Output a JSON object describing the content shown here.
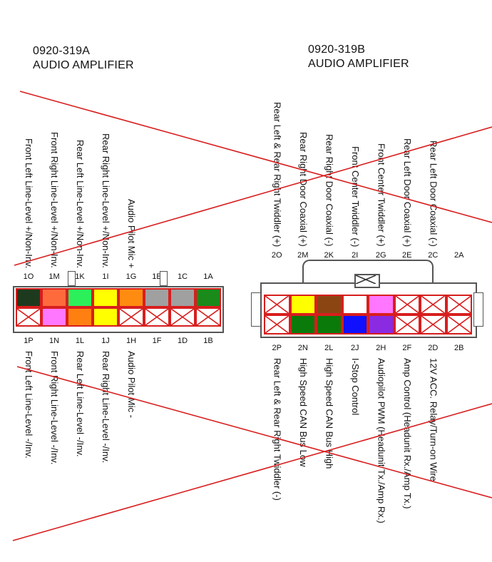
{
  "connectorA": {
    "part_number": "0920-319A",
    "name": "AUDIO AMPLIFIER",
    "top_row": [
      {
        "pin": "1O",
        "label": "Front Left Line-Level +/Non-Inv.",
        "color": "#1e3a1e"
      },
      {
        "pin": "1M",
        "label": "Front Right Line-Level +/Non-Inv.",
        "color": "#ff6a3d"
      },
      {
        "pin": "1K",
        "label": "Rear Left Line-Level +/Non-Inv.",
        "color": "#2cf05a"
      },
      {
        "pin": "1I",
        "label": "Rear Right Line-Level +/Non-Inv.",
        "color": "#ffff00"
      },
      {
        "pin": "1G",
        "label": "Audio Pilot Mic +",
        "color": "#ff8c10"
      },
      {
        "pin": "1E",
        "label": "",
        "color": "#a0a0a0"
      },
      {
        "pin": "1C",
        "label": "",
        "color": "#a0a0a0"
      },
      {
        "pin": "1A",
        "label": "",
        "color": "#1a8a1a"
      }
    ],
    "bottom_row": [
      {
        "pin": "1P",
        "label": "Front Left Line-Level -/Inv.",
        "color": "empty"
      },
      {
        "pin": "1N",
        "label": "Front Right Line-Level -/Inv.",
        "color": "#ff77ff"
      },
      {
        "pin": "1L",
        "label": "Rear Left Line-Level -/Inv.",
        "color": "#ff8010"
      },
      {
        "pin": "1J",
        "label": "Rear Right Line-Level -/Inv.",
        "color": "#ffff00"
      },
      {
        "pin": "1H",
        "label": "Audio Pilot Mic -",
        "color": "empty"
      },
      {
        "pin": "1F",
        "label": "",
        "color": "empty"
      },
      {
        "pin": "1D",
        "label": "",
        "color": "empty"
      },
      {
        "pin": "1B",
        "label": "",
        "color": "empty"
      }
    ]
  },
  "connectorB": {
    "part_number": "0920-319B",
    "name": "AUDIO AMPLIFIER",
    "top_row": [
      {
        "pin": "2O",
        "label": "Rear Left & Rear Right Twiddler (+)",
        "color": "empty"
      },
      {
        "pin": "2M",
        "label": "Rear Right Door Coaxial (+)",
        "color": "#ffff00"
      },
      {
        "pin": "2K",
        "label": "Rear Right Door Coaxial (-)",
        "color": "#8b4513"
      },
      {
        "pin": "2I",
        "label": "Front Center Twiddler (-)",
        "color": "#ffffff"
      },
      {
        "pin": "2G",
        "label": "Front Center Twiddler (+)",
        "color": "#ff77ff"
      },
      {
        "pin": "2E",
        "label": "Rear Left Door Coaxial (+)",
        "color": "empty"
      },
      {
        "pin": "2C",
        "label": "Rear Left Door Coaxial (-)",
        "color": "empty"
      },
      {
        "pin": "2A",
        "label": "",
        "color": "empty"
      }
    ],
    "bottom_row": [
      {
        "pin": "2P",
        "label": "Rear Left & Rear Right Twiddler (-)",
        "color": "empty"
      },
      {
        "pin": "2N",
        "label": "High Speed CAN Bus Low",
        "color": "#0a7a0a"
      },
      {
        "pin": "2L",
        "label": "High Speed CAN Bus High",
        "color": "#0a7a0a"
      },
      {
        "pin": "2J",
        "label": "I-Stop Control",
        "color": "#1010ff"
      },
      {
        "pin": "2H",
        "label": "Audiopilot PWM (Headunit Tx./Amp Rx.)",
        "color": "#8a2be2"
      },
      {
        "pin": "2F",
        "label": "Amp Control (Headunit Rx./Amp Tx.)",
        "color": "empty"
      },
      {
        "pin": "2D",
        "label": "12V ACC. Relay/Turn-on Wire",
        "color": "empty"
      },
      {
        "pin": "2B",
        "label": "",
        "color": "empty"
      }
    ]
  }
}
